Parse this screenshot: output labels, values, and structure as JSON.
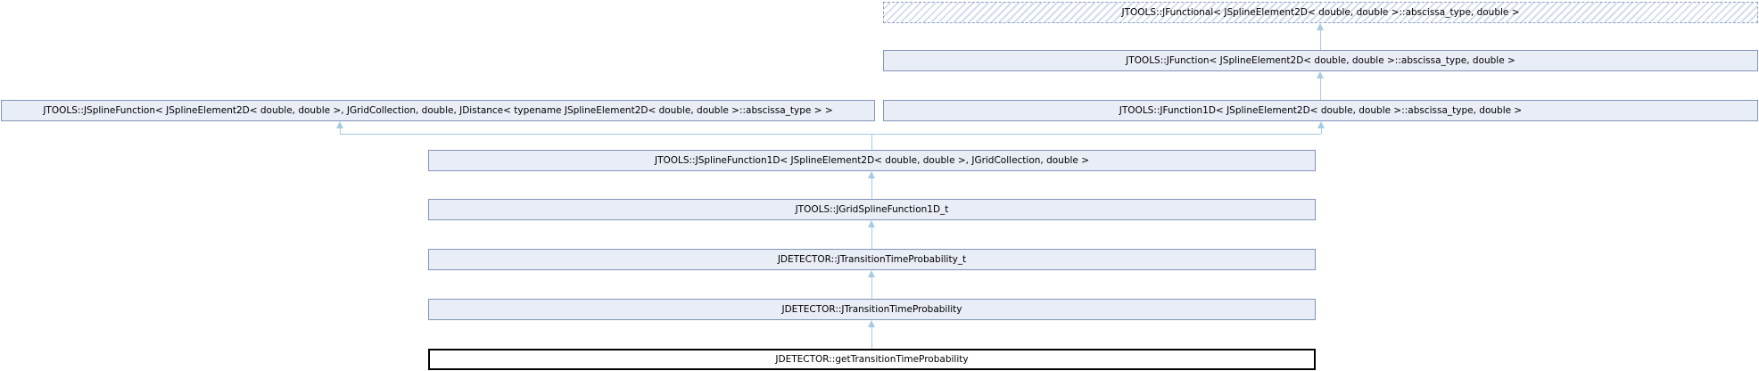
{
  "diagram": {
    "kind": "class-inheritance-graph",
    "nodes": [
      {
        "id": "jfunctional",
        "label": "JTOOLS::JFunctional< JSplineElement2D< double, double >::abscissa_type, double >",
        "style": "undocumented-dashed-hatched"
      },
      {
        "id": "jfunction",
        "label": "JTOOLS::JFunction< JSplineElement2D< double, double >::abscissa_type, double >",
        "style": "default"
      },
      {
        "id": "jsplinefunction",
        "label": "JTOOLS::JSplineFunction< JSplineElement2D< double, double >, JGridCollection, double, JDistance< typename JSplineElement2D< double, double >::abscissa_type > >",
        "style": "default"
      },
      {
        "id": "jfunction1d",
        "label": "JTOOLS::JFunction1D< JSplineElement2D< double, double >::abscissa_type, double >",
        "style": "default"
      },
      {
        "id": "jsplinefunction1d",
        "label": "JTOOLS::JSplineFunction1D< JSplineElement2D< double, double >, JGridCollection, double >",
        "style": "default"
      },
      {
        "id": "jgridsplinefunction",
        "label": "JTOOLS::JGridSplineFunction1D_t",
        "style": "default"
      },
      {
        "id": "jttp_t",
        "label": "JDETECTOR::JTransitionTimeProbability_t",
        "style": "default"
      },
      {
        "id": "jttp",
        "label": "JDETECTOR::JTransitionTimeProbability",
        "style": "default"
      },
      {
        "id": "getttp",
        "label": "JDETECTOR::getTransitionTimeProbability",
        "style": "focus-black-border"
      }
    ],
    "edges": [
      {
        "from": "jfunction",
        "to": "jfunctional",
        "type": "inheritance"
      },
      {
        "from": "jfunction1d",
        "to": "jfunction",
        "type": "inheritance"
      },
      {
        "from": "jsplinefunction1d",
        "to": "jsplinefunction",
        "type": "inheritance"
      },
      {
        "from": "jsplinefunction1d",
        "to": "jfunction1d",
        "type": "inheritance"
      },
      {
        "from": "jgridsplinefunction",
        "to": "jsplinefunction1d",
        "type": "inheritance"
      },
      {
        "from": "jttp_t",
        "to": "jgridsplinefunction",
        "type": "inheritance"
      },
      {
        "from": "jttp",
        "to": "jttp_t",
        "type": "inheritance"
      },
      {
        "from": "getttp",
        "to": "jttp",
        "type": "inheritance"
      }
    ],
    "colors": {
      "background": "#ffffff",
      "node_fill": "#e8edf6",
      "node_border": "#8494b8",
      "dashed_node_border": "#8ba0c7",
      "hatch_stripe": "#d3dcee",
      "focus_node_border": "#000000",
      "focus_node_fill": "#ffffff",
      "edge": "#a6cbe3",
      "text": "#000000"
    }
  }
}
